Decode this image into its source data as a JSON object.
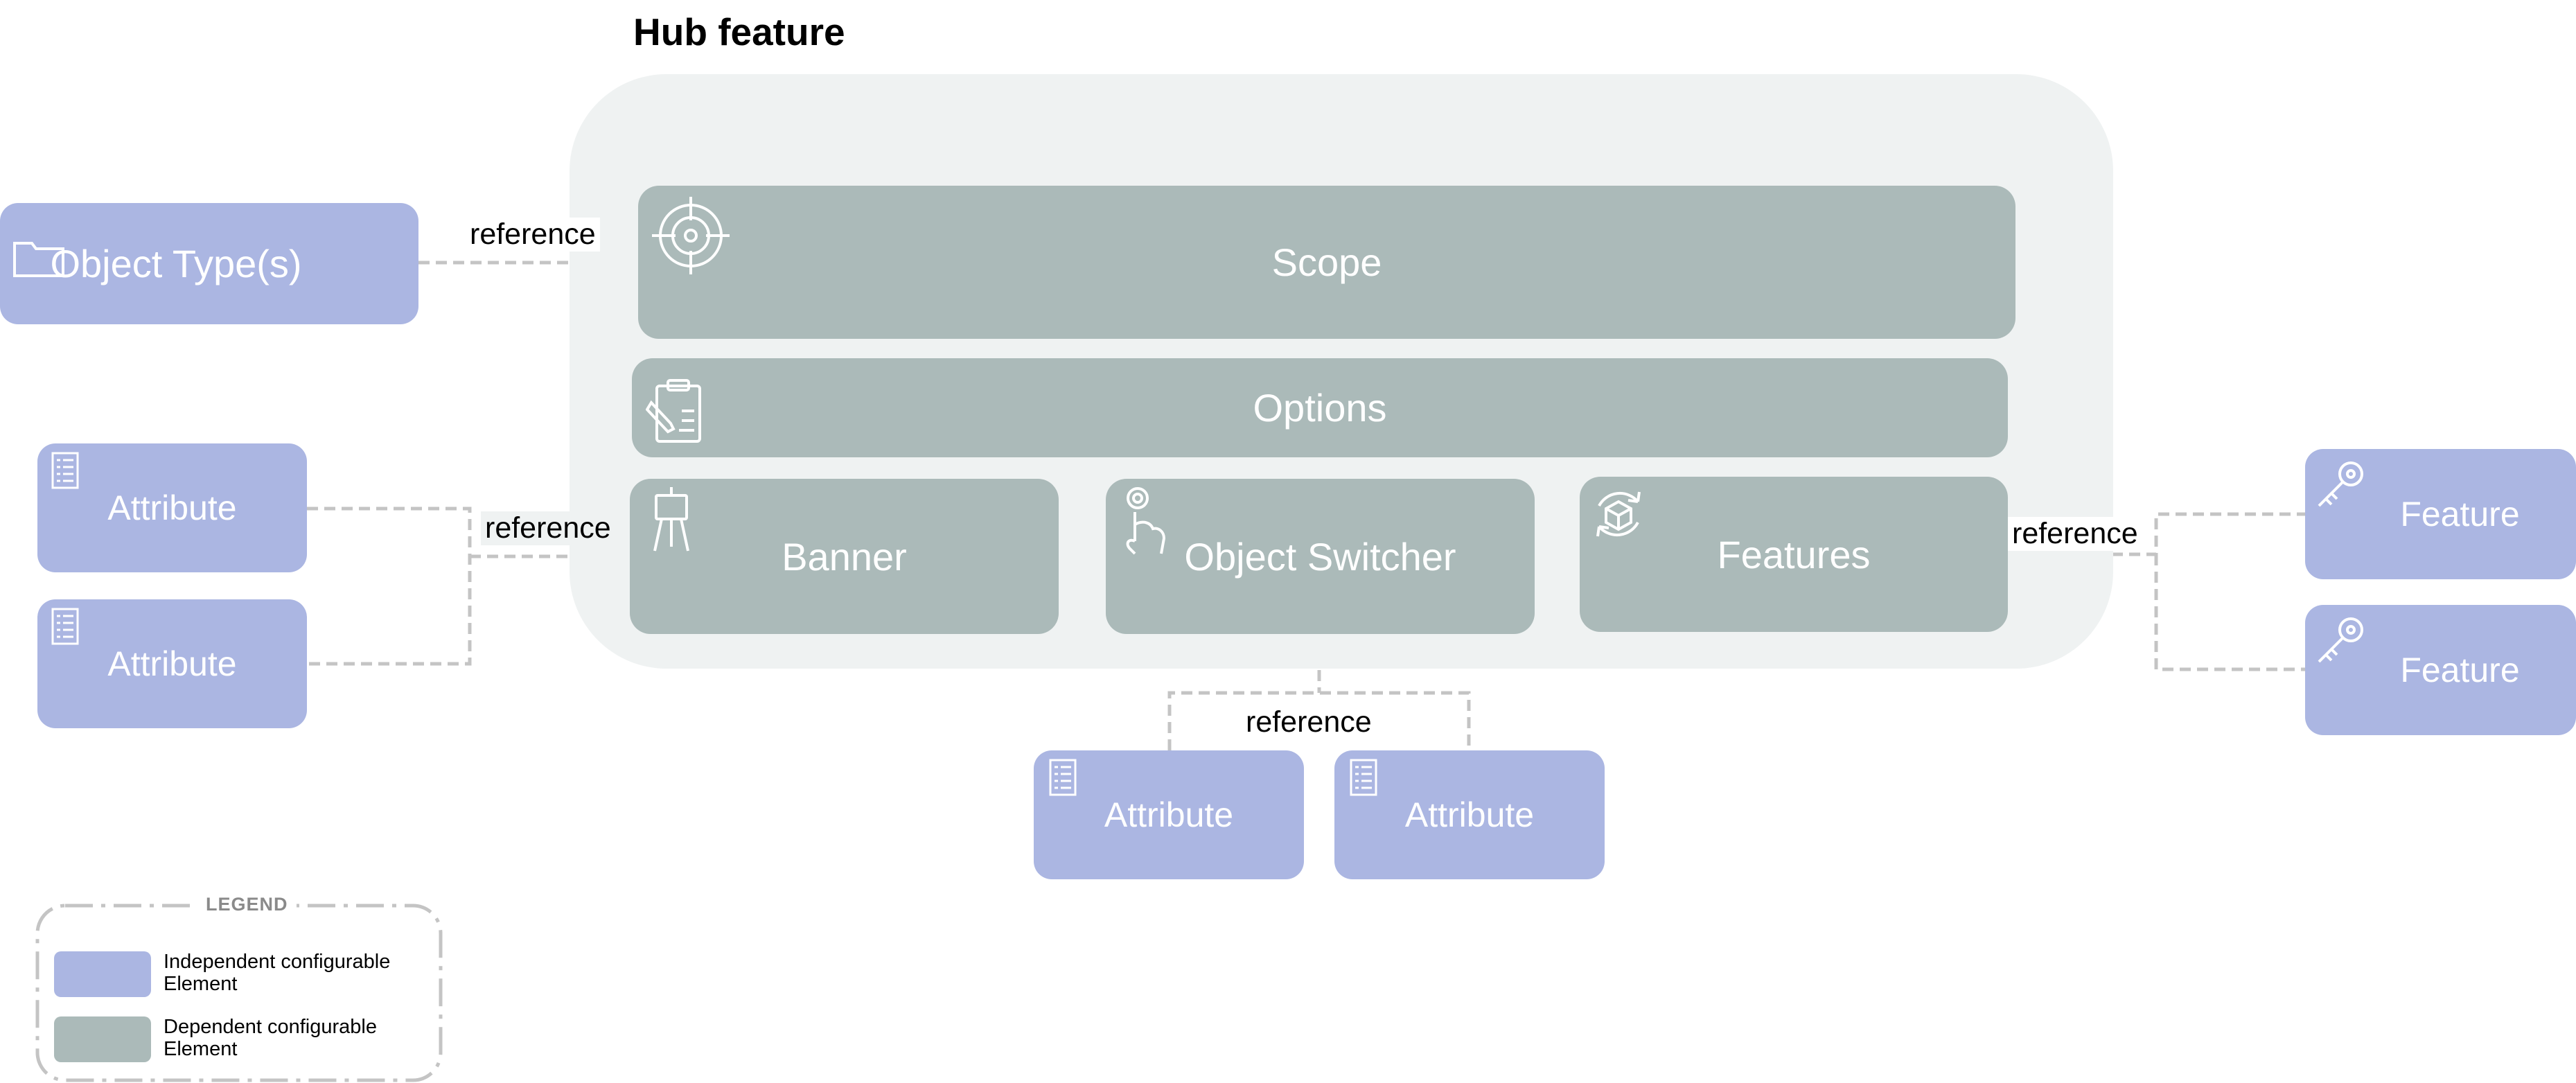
{
  "title": "Hub feature",
  "nodes": {
    "scope": "Scope",
    "options": "Options",
    "banner": "Banner",
    "object_switcher": "Object Switcher",
    "features": "Features",
    "object_types": "Object Type(s)",
    "attribute": "Attribute",
    "feature": "Feature"
  },
  "edges": {
    "reference": "reference"
  },
  "legend": {
    "title": "LEGEND",
    "independent": "Independent configurable Element",
    "dependent": "Dependent configurable Element"
  },
  "colors": {
    "independent": "#abb6e2",
    "dependent": "#abbab9",
    "hub_background": "#eff2f2",
    "connector": "#c4c4c4"
  },
  "icons": {
    "scope": "target-icon",
    "options": "clipboard-edit-icon",
    "banner": "easel-icon",
    "object_switcher": "touch-hand-icon",
    "features": "cube-refresh-icon",
    "object_types": "folder-icon",
    "attribute": "list-icon",
    "feature": "key-icon"
  }
}
